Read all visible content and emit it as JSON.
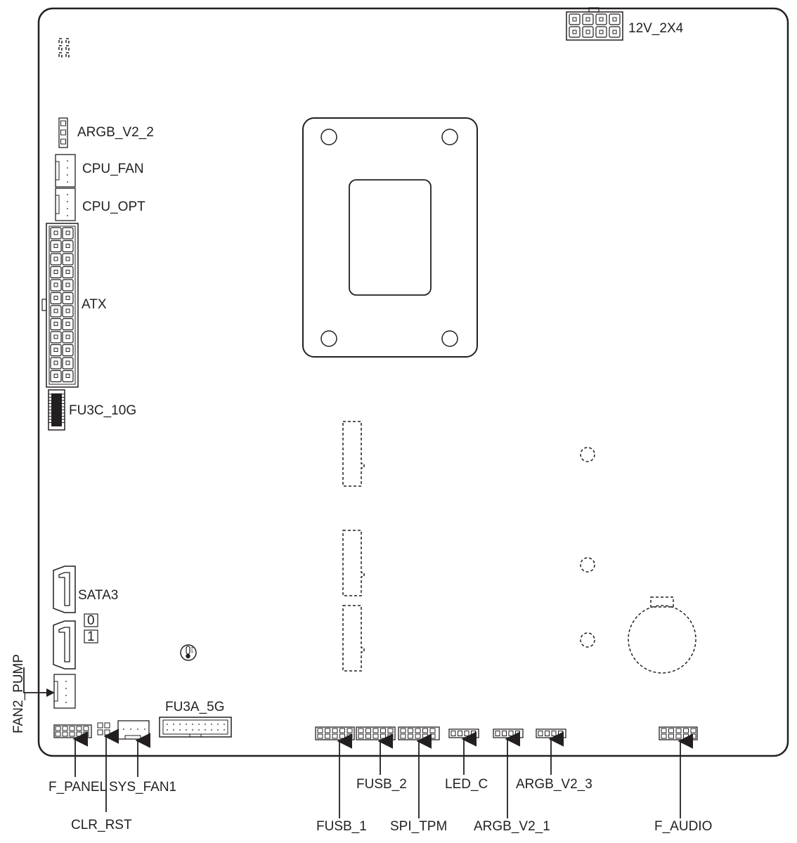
{
  "labels": {
    "power_8pin": "12V_2X4",
    "argb_v2_2": "ARGB_V2_2",
    "cpu_fan": "CPU_FAN",
    "cpu_opt": "CPU_OPT",
    "atx": "ATX",
    "fu3c_10g": "FU3C_10G",
    "sata3": "SATA3",
    "sata_port_0": "0",
    "sata_port_1": "1",
    "fan2_pump": "FAN2_PUMP",
    "fu3a_5g": "FU3A_5G",
    "f_panel": "F_PANEL",
    "clr_rst": "CLR_RST",
    "sys_fan1": "SYS_FAN1",
    "fusb_1": "FUSB_1",
    "fusb_2": "FUSB_2",
    "spi_tpm": "SPI_TPM",
    "led_c": "LED_C",
    "argb_v2_1": "ARGB_V2_1",
    "argb_v2_3": "ARGB_V2_3",
    "f_audio": "F_AUDIO"
  },
  "icons": {
    "temperature_sensor": "thermometer-icon"
  }
}
